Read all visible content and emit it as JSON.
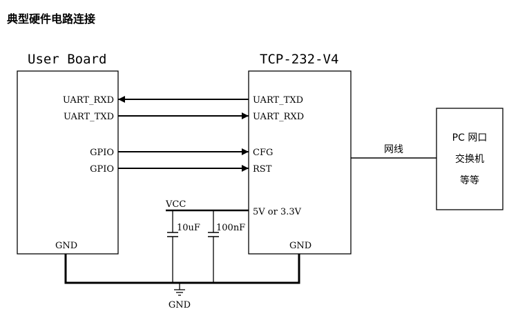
{
  "title": "典型硬件电路连接",
  "user_board": {
    "name": "User Board",
    "pins": [
      "UART_RXD",
      "UART_TXD",
      "GPIO",
      "GPIO"
    ],
    "gnd": "GND"
  },
  "module": {
    "name": "TCP-232-V4",
    "pins": [
      "UART_TXD",
      "UART_RXD",
      "CFG",
      "RST"
    ],
    "power": "5V or 3.3V",
    "gnd": "GND"
  },
  "vcc": "VCC",
  "capacitors": [
    "10uF",
    "100nF"
  ],
  "ground": "GND",
  "cable": "网线",
  "pc_box": {
    "lines": [
      "PC 网口",
      "交换机",
      "等等"
    ]
  }
}
